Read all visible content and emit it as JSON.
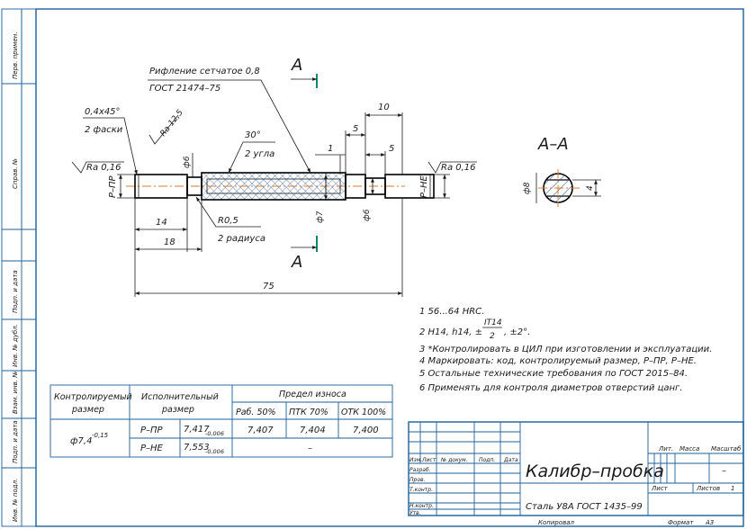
{
  "side_stamps": {
    "perv_primen": "Перв. примен.",
    "sprav": "Справ. №",
    "podp_data1": "Подп. и дата",
    "inv_dubl": "Инв. № дубл.",
    "vzam_inv": "Взам. инв. №",
    "podp_data2": "Подп. и дата",
    "inv_podl": "Инв. № подл."
  },
  "drawing": {
    "knurl_note_1": "Рифление сетчатое 0,8",
    "knurl_note_2": "ГОСТ 21474–75",
    "chamfer_1": "0,4x45°",
    "chamfer_2": "2 фаски",
    "ra_12_5": "Ra 12,5",
    "angle_1": "30°",
    "angle_2": "2 угла",
    "ra_left": "Ra 0,16",
    "ra_right": "Ra 0,16",
    "go_label": "Р–ПР",
    "nogo_label": "Р–НЕ",
    "d6_left": "ф6",
    "d7": "ф7",
    "d6_right": "ф6",
    "r05_1": "R0,5",
    "r05_2": "2 радиуса",
    "dim_14": "14",
    "dim_18": "18",
    "dim_75": "75",
    "dim_10": "10",
    "dim_5a": "5",
    "dim_5b": "5",
    "dim_1": "1",
    "section_a_top": "А",
    "section_a_bottom": "А",
    "section_view_title": "А–А",
    "section_d8": "ф8",
    "section_4": "4"
  },
  "notes": {
    "n1": "1 56...64 HRC.",
    "n2_prefix": "2 H14, h14, ±",
    "n2_num": "IT14",
    "n2_den": "2",
    "n2_suffix": ", ±2°.",
    "n3": "3 *Контролировать в ЦИЛ при изготовлении и эксплуатации.",
    "n4": "4 Маркировать: код, контролируемый размер, Р–ПР, Р–НЕ.",
    "n5": "5 Остальные технические требования по ГОСТ 2015–84.",
    "n6": "6 Применять для контроля диаметров отверстий цанг."
  },
  "wear_table": {
    "col1_line1": "Контролируемый",
    "col1_line2": "размер",
    "col2_line1": "Исполнительный",
    "col2_line2": "размер",
    "wear_header": "Предел износа",
    "wear_cols": [
      "Раб. 50%",
      "ПТК 70%",
      "ОТК 100%"
    ],
    "controlled_size": "ф7,4",
    "controlled_tol": "-0,15",
    "rows": [
      {
        "name": "Р–ПР",
        "size": "7,417",
        "size_tol": "-0,006",
        "w1": "7,407",
        "w2": "7,404",
        "w3": "7,400"
      },
      {
        "name": "Р–НЕ",
        "size": "7,553",
        "size_tol": "-0,006",
        "merged": "–"
      }
    ]
  },
  "title_block": {
    "title": "Калибр–пробка",
    "material": "Сталь У8А ГОСТ 1435–99",
    "lit": "Лит.",
    "massa": "Масса",
    "masshtab": "Масштаб",
    "scale_value": "–",
    "list": "Лист",
    "listov": "Листов",
    "listov_value": "1",
    "izm": "Изм.",
    "list_col": "Лист",
    "n_dokum": "№ докум.",
    "podp": "Подп.",
    "data": "Дата",
    "razrab": "Разраб.",
    "prov": "Пров.",
    "t_kontr": "Т.контр.",
    "n_kontr": "Н.контр.",
    "utv": "Утв.",
    "kopiroval": "Копировал",
    "format": "Формат",
    "format_value": "А3"
  }
}
